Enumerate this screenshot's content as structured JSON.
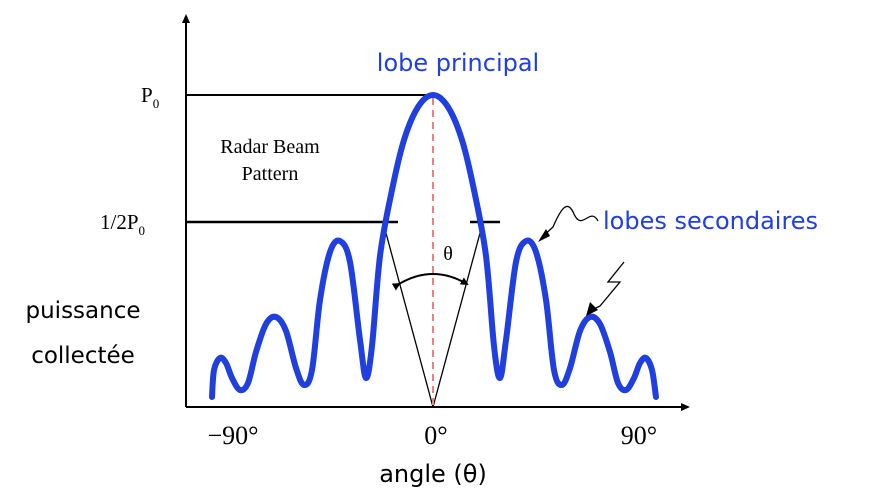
{
  "diagram": {
    "title_main_lobe": "lobe principal",
    "label_side_lobes": "lobes secondaires",
    "inner_title_line1": "Radar Beam",
    "inner_title_line2": "Pattern",
    "ylabel_line1": "puissance",
    "ylabel_line2": "collectée",
    "xlabel": "angle (θ)",
    "beamwidth_symbol": "θ",
    "y_ticks": {
      "p0_base": "P",
      "p0_sub": "0",
      "half_base": "1/2P",
      "half_sub": "0"
    },
    "x_ticks": [
      "−90°",
      "0°",
      "90°"
    ],
    "colors": {
      "curve": "#1f3fe0",
      "label_blue": "#1f3fe0",
      "center_dash": "#f08080",
      "axis": "#000000"
    }
  }
}
